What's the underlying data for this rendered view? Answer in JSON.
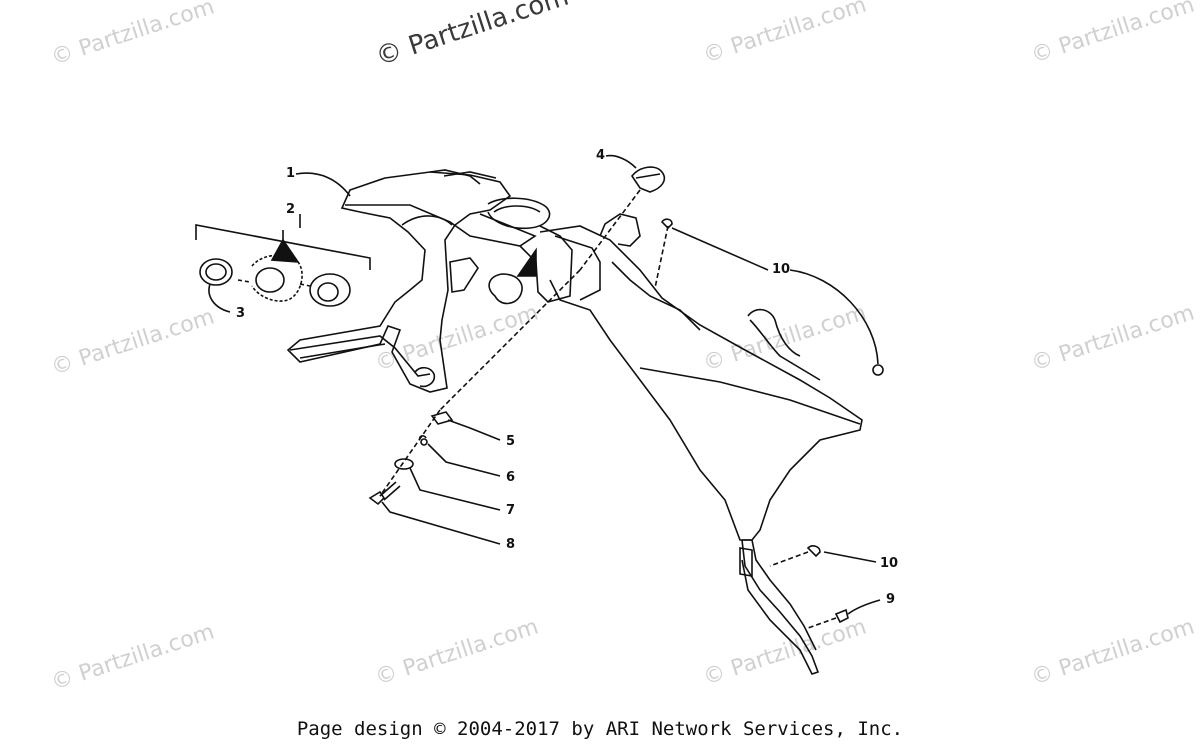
{
  "watermark": "© Partzilla.com",
  "footer": "Page design © 2004-2017 by ARI Network Services, Inc.",
  "callouts": {
    "c1": "1",
    "c2": "2",
    "c3": "3",
    "c4": "4",
    "c5": "5",
    "c6": "6",
    "c7": "7",
    "c8": "8",
    "c9": "9",
    "c10a": "10",
    "c10b": "10"
  }
}
